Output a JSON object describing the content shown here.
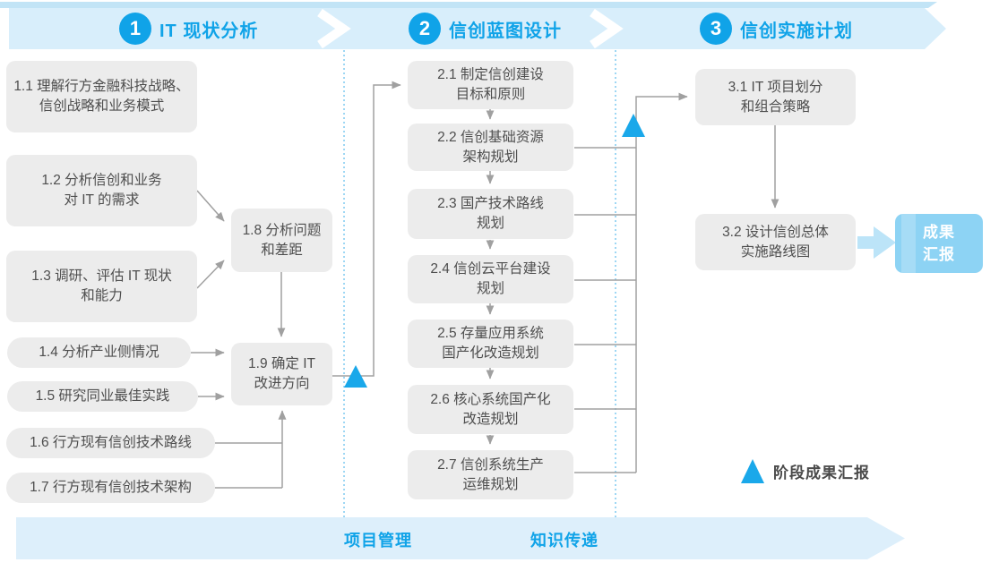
{
  "phases": [
    {
      "number": "1",
      "title": "IT 现状分析"
    },
    {
      "number": "2",
      "title": "信创蓝图设计"
    },
    {
      "number": "3",
      "title": "信创实施计划"
    }
  ],
  "boxes": {
    "b1_1": "1.1 理解行方金融科技战略、\n信创战略和业务模式",
    "b1_2": "1.2 分析信创和业务\n对 IT 的需求",
    "b1_3": "1.3 调研、评估 IT 现状\n和能力",
    "b1_4": "1.4 分析产业侧情况",
    "b1_5": "1.5 研究同业最佳实践",
    "b1_6": "1.6 行方现有信创技术路线",
    "b1_7": "1.7 行方现有信创技术架构",
    "b1_8": "1.8 分析问题\n和差距",
    "b1_9": "1.9 确定 IT\n改进方向",
    "b2_1": "2.1 制定信创建设\n目标和原则",
    "b2_2": "2.2 信创基础资源\n架构规划",
    "b2_3": "2.3 国产技术路线\n规划",
    "b2_4": "2.4 信创云平台建设\n规划",
    "b2_5": "2.5 存量应用系统\n国产化改造规划",
    "b2_6": "2.6 核心系统国产化\n改造规划",
    "b2_7": "2.7 信创系统生产\n运维规划",
    "b3_1": "3.1 IT 项目划分\n和组合策略",
    "b3_2": "3.2 设计信创总体\n实施路线图",
    "outcome": "成果\n汇报"
  },
  "legend": {
    "milestone_label": "阶段成果汇报"
  },
  "footer": {
    "labels": [
      "项目管理",
      "知识传递"
    ]
  },
  "colors": {
    "accent_blue": "#10a3e8",
    "triangle_blue": "#1aa8ea",
    "ribbon_blue": "#d8eefb",
    "ribbon_strip_blue": "#c2e4f6",
    "box_gray": "#ececec",
    "box_text": "#4e4e4e",
    "connector_gray": "#a0a0a0",
    "outcome_blue": "#8dd3f4",
    "dashed_separator_blue": "#74c6ef"
  }
}
